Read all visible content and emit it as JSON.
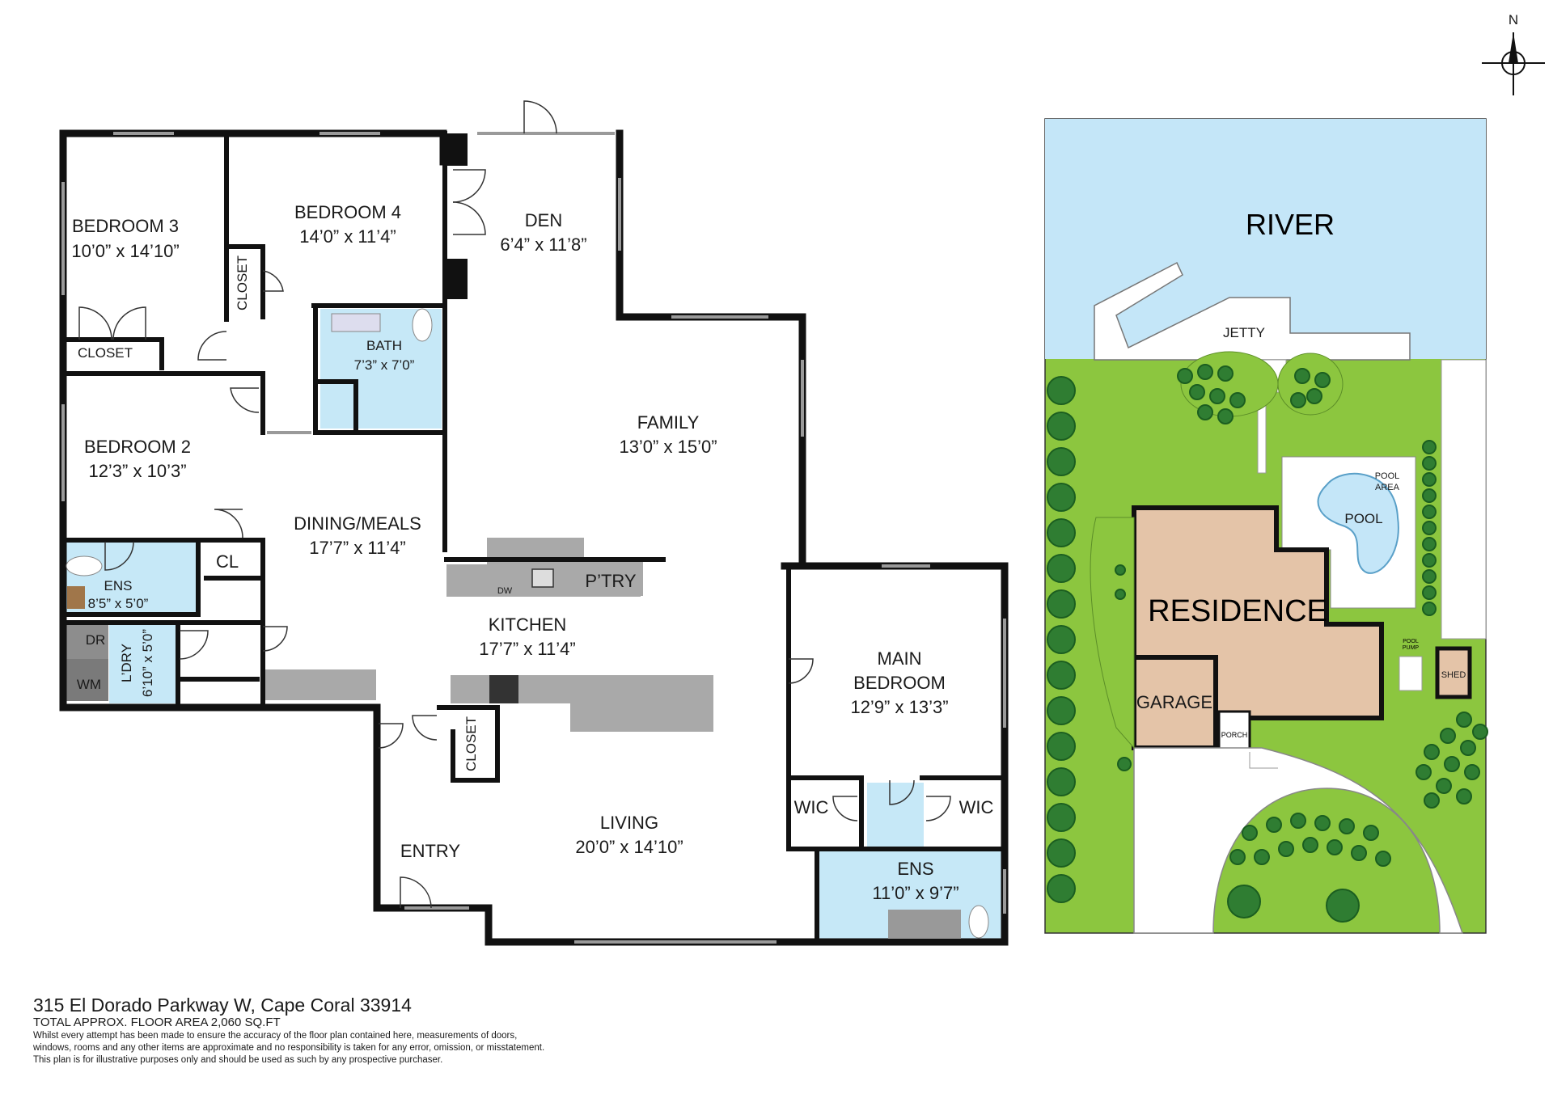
{
  "compass": {
    "label": "N"
  },
  "rooms": {
    "bedroom3": {
      "name": "BEDROOM 3",
      "size": "10’0” x 14’10”"
    },
    "bedroom4": {
      "name": "BEDROOM 4",
      "size": "14’0” x 11’4”"
    },
    "den": {
      "name": "DEN",
      "size": "6’4” x 11’8”"
    },
    "closet_b3": {
      "name": "CLOSET"
    },
    "closet_b4": {
      "name": "CLOSET"
    },
    "bath": {
      "name": "BATH",
      "size": "7’3” x 7’0”"
    },
    "bedroom2": {
      "name": "BEDROOM 2",
      "size": "12’3” x 10’3”"
    },
    "family": {
      "name": "FAMILY",
      "size": "13’0” x 15’0”"
    },
    "dining": {
      "name": "DINING/MEALS",
      "size": "17’7” x 11’4”"
    },
    "ens_b2": {
      "name": "ENS",
      "size": "8’5” x 5’0”"
    },
    "cl": {
      "name": "CL"
    },
    "pantry": {
      "name": "P’TRY"
    },
    "dw": {
      "name": "DW"
    },
    "kitchen": {
      "name": "KITCHEN",
      "size": "17’7” x 11’4”"
    },
    "dr": {
      "name": "DR"
    },
    "laundry": {
      "name": "L’DRY",
      "size": "6’10” x 5’0”"
    },
    "wm": {
      "name": "WM"
    },
    "main_bedroom": {
      "name": "MAIN",
      "name2": "BEDROOM",
      "size": "12’9” x 13’3”"
    },
    "closet_kitchen": {
      "name": "CLOSET"
    },
    "wic_left": {
      "name": "WIC"
    },
    "wic_right": {
      "name": "WIC"
    },
    "living": {
      "name": "LIVING",
      "size": "20’0” x 14’10”"
    },
    "entry": {
      "name": "ENTRY"
    },
    "ens_main": {
      "name": "ENS",
      "size": "11’0” x 9’7”"
    }
  },
  "site": {
    "river": "RIVER",
    "jetty": "JETTY",
    "pool_area": "POOL",
    "pool_area2": "AREA",
    "pool": "POOL",
    "residence": "RESIDENCE",
    "garage": "GARAGE",
    "porch": "PORCH",
    "shed": "SHED",
    "pool_pump": "POOL",
    "pool_pump2": "PUMP"
  },
  "footer": {
    "address": "315 El Dorado Parkway W, Cape Coral 33914",
    "area": "TOTAL APPROX. FLOOR AREA 2,060 SQ.FT",
    "disclaimer1": "Whilst every attempt has been made to ensure the accuracy of the floor plan contained here, measurements of doors,",
    "disclaimer2": "windows, rooms and any other items are approximate and no responsibility is taken for any error, omission, or misstatement.",
    "disclaimer3": "This plan is for illustrative purposes only and should be used as such by any prospective purchaser."
  },
  "colors": {
    "wet_area": "#c6e8f7",
    "river": "#c4e6f8",
    "lawn": "#8cc63f",
    "residence": "#e4c4a8",
    "counter": "#a9a9a9",
    "wall": "#111111"
  }
}
